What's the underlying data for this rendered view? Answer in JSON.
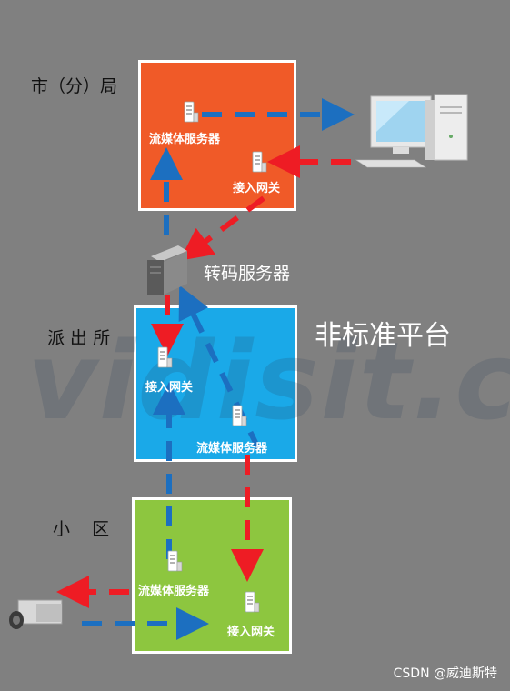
{
  "colors": {
    "background": "#808080",
    "city_box": "#f05a28",
    "station_box": "#1aa9e8",
    "community_box": "#8dc63f",
    "blue_arrow": "#1c6fc0",
    "red_arrow": "#ee1c24"
  },
  "zones": {
    "city": {
      "label": "市（分）局"
    },
    "station": {
      "label": "派 出 所"
    },
    "community": {
      "label": "小    区"
    }
  },
  "nodes": {
    "city_media": "流媒体服务器",
    "city_gateway": "接入网关",
    "transcoder": "转码服务器",
    "station_gateway": "接入网关",
    "station_media": "流媒体服务器",
    "community_media": "流媒体服务器",
    "community_gateway": "接入网关"
  },
  "platform_label": "非标准平台",
  "watermark": "vidisit.cn",
  "footer": "CSDN @威迪斯特",
  "icons": [
    "server-icon",
    "desktop-computer-icon",
    "transcoder-server-icon",
    "ip-camera-icon"
  ]
}
